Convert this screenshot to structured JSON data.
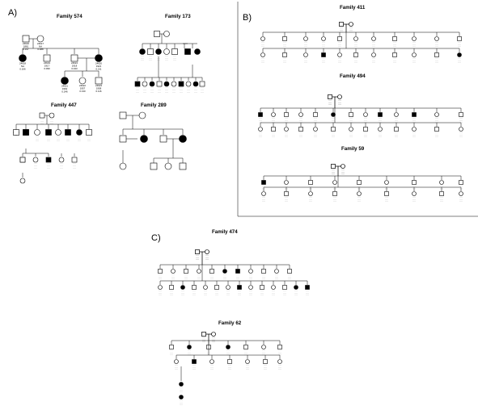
{
  "panels": [
    {
      "letter": "A)",
      "families": [
        {
          "title": "Family 574",
          "individuals": [
            {
              "id": "24616",
              "lines": [
                "24616",
                "1881",
                "0.337"
              ]
            },
            {
              "id": "24617",
              "lines": [
                "24617",
                "NA",
                "0.088"
              ]
            },
            {
              "id": "24618",
              "lines": [
                "24618",
                "NA",
                "0.166"
              ]
            },
            {
              "id": "24619",
              "lines": [
                "24619",
                "1917",
                "0.099"
              ]
            },
            {
              "id": "24624",
              "lines": [
                "24624",
                "1918",
                "0.043"
              ]
            },
            {
              "id": "24620",
              "lines": [
                "24620",
                "1921",
                "0.211"
              ]
            },
            {
              "id": "24621",
              "lines": [
                "24621",
                "1962",
                "0.246"
              ]
            },
            {
              "id": "24622",
              "lines": [
                "24622",
                "1957",
                "0.130"
              ]
            },
            {
              "id": "24623",
              "lines": [
                "24623",
                "1958",
                "0.116"
              ]
            }
          ]
        },
        {
          "title": "Family 173",
          "individuals": [
            {
              "id": "7115",
              "lines": [
                "7115",
                "NA",
                "0.411"
              ]
            },
            {
              "id": "7116",
              "lines": [
                "7116",
                "NA",
                "0.338"
              ]
            },
            {
              "id": "7113",
              "lines": [
                "7113",
                "NA",
                "0.437"
              ]
            },
            {
              "id": "7114",
              "lines": [
                "7114",
                "NA",
                "0.338"
              ]
            }
          ]
        },
        {
          "title": "Family 447",
          "individuals": [
            {
              "id": "18033",
              "lines": [
                "18033",
                "NA",
                "-0.054"
              ]
            },
            {
              "id": "18034",
              "lines": [
                "18034",
                "1900",
                "-0.037"
              ]
            },
            {
              "id": "18039",
              "lines": [
                "18039",
                "1921",
                "0.2"
              ]
            },
            {
              "id": "18032",
              "lines": [
                "18032",
                "1907",
                "0.084"
              ]
            }
          ]
        },
        {
          "title": "Family 289",
          "individuals": [
            {
              "id": "11118",
              "lines": [
                "11118",
                "NA",
                "0.104"
              ]
            },
            {
              "id": "11122",
              "lines": [
                "11122",
                "1888",
                "-0.058"
              ]
            },
            {
              "id": "11123",
              "lines": [
                "11123",
                "NA",
                "0.228"
              ]
            },
            {
              "id": "11124",
              "lines": [
                "11124",
                "1892",
                "0.244"
              ]
            },
            {
              "id": "11125",
              "lines": [
                "11125",
                "1897",
                "0.041"
              ]
            },
            {
              "id": "11126",
              "lines": [
                "11126",
                "1904",
                "0.040"
              ]
            },
            {
              "id": "11127",
              "lines": [
                "11127",
                "1927",
                "0.033"
              ]
            },
            {
              "id": "11128",
              "lines": [
                "11128",
                "1940",
                "0.040"
              ]
            },
            {
              "id": "11129",
              "lines": [
                "11129",
                "NA",
                "0.048"
              ]
            }
          ]
        }
      ]
    },
    {
      "letter": "B)",
      "families": [
        {
          "title": "Family 411"
        },
        {
          "title": "Family 494"
        },
        {
          "title": "Family 59"
        }
      ]
    },
    {
      "letter": "C)",
      "families": [
        {
          "title": "Family 474"
        },
        {
          "title": "Family 62"
        }
      ]
    }
  ]
}
